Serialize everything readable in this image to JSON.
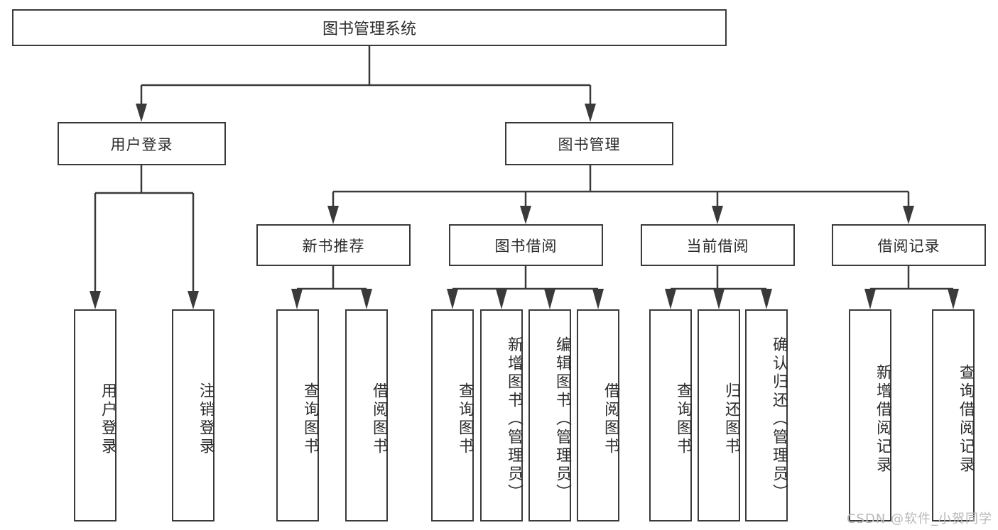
{
  "diagram": {
    "type": "tree",
    "title_text": "图书管理系统",
    "watermark": "CSDN @软件_小贺同学",
    "colors": {
      "stroke": "#3a3a3a",
      "text": "#2b2b2b",
      "background": "#ffffff",
      "watermark": "#b8b8b8"
    },
    "root": {
      "label": "图书管理系统"
    },
    "level2": [
      {
        "label": "用户登录"
      },
      {
        "label": "图书管理"
      }
    ],
    "level3": [
      {
        "label": "新书推荐"
      },
      {
        "label": "图书借阅"
      },
      {
        "label": "当前借阅"
      },
      {
        "label": "借阅记录"
      }
    ],
    "leaves": {
      "user_login": [
        {
          "label": "用户登录"
        },
        {
          "label": "注销登录"
        }
      ],
      "new_book": [
        {
          "label": "查询图书"
        },
        {
          "label": "借阅图书"
        }
      ],
      "book_borrow": [
        {
          "label": "查询图书"
        },
        {
          "label": "新增图书（管理员）"
        },
        {
          "label": "编辑图书（管理员）"
        },
        {
          "label": "借阅图书"
        }
      ],
      "current_borrow": [
        {
          "label": "查询图书"
        },
        {
          "label": "归还图书"
        },
        {
          "label": "确认归还（管理员）"
        }
      ],
      "borrow_record": [
        {
          "label": "新增借阅记录"
        },
        {
          "label": "查询借阅记录"
        }
      ]
    }
  }
}
